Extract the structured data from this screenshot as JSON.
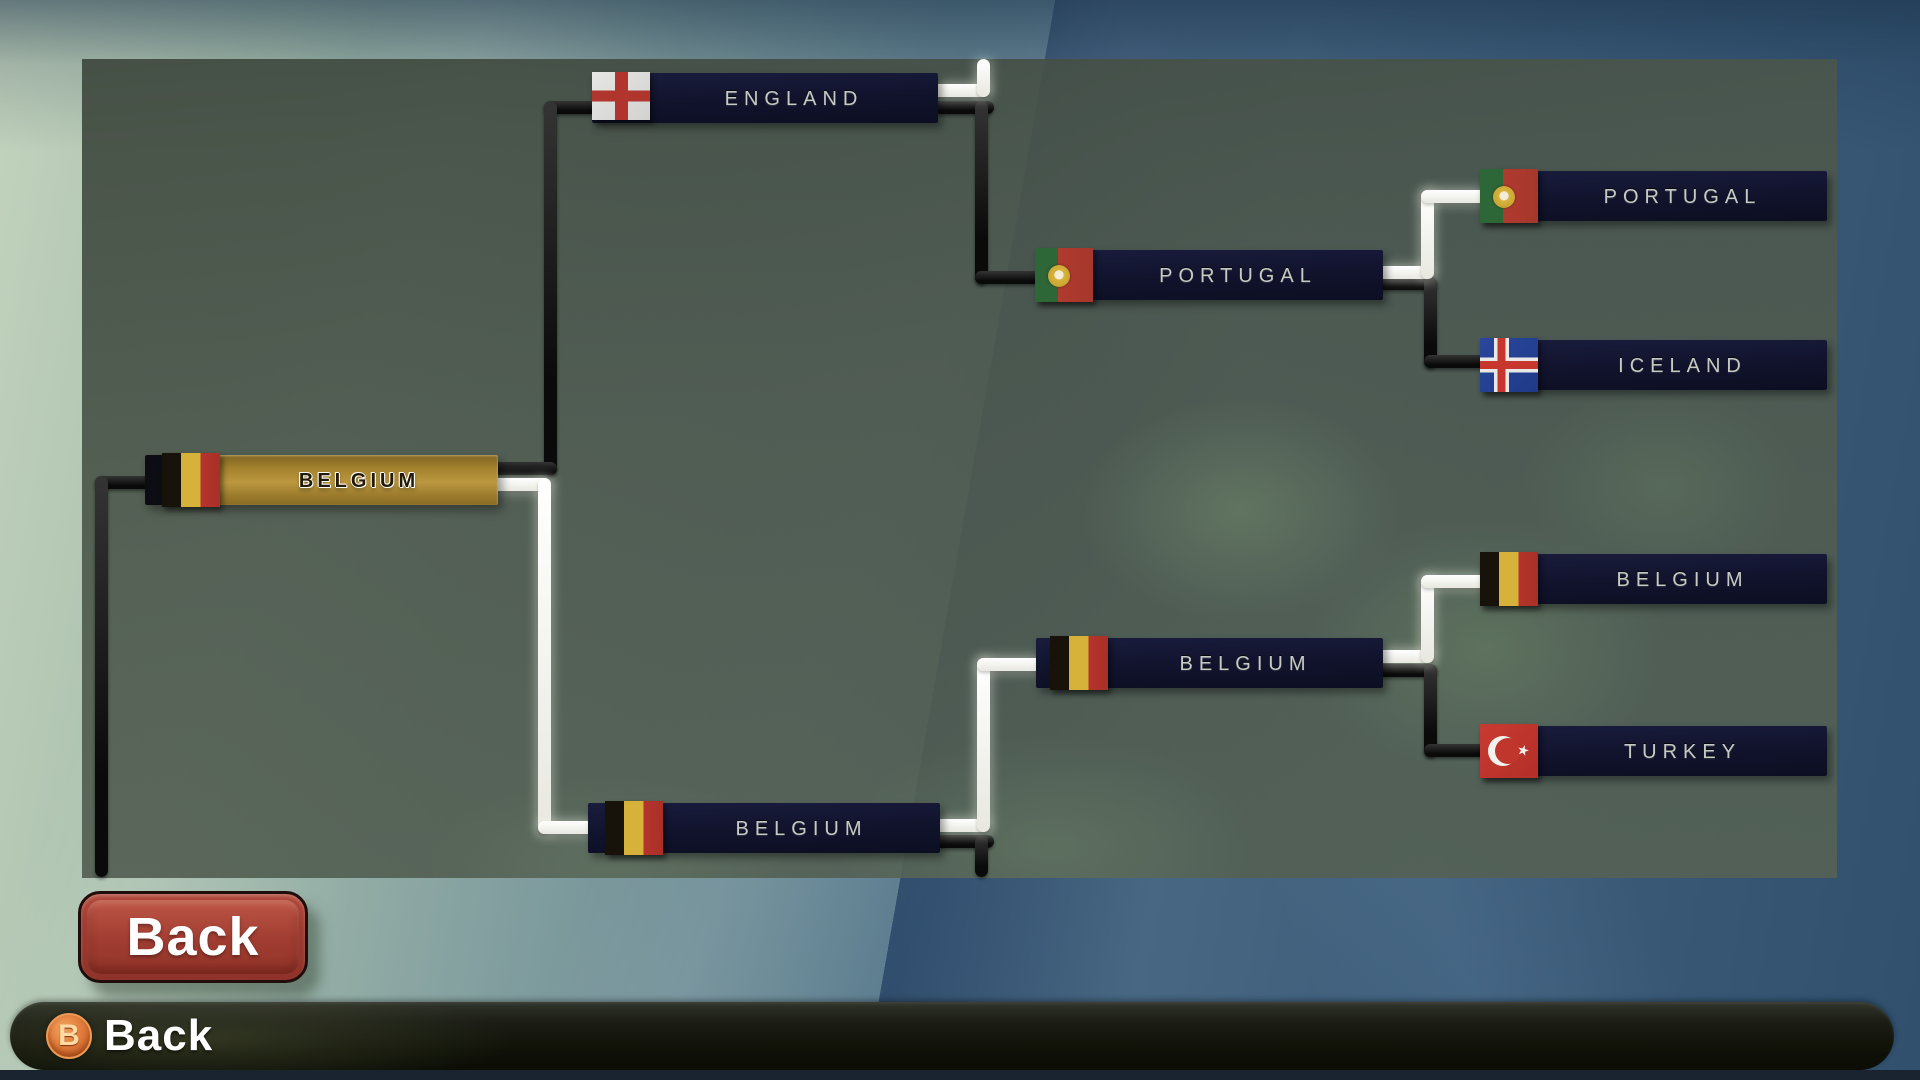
{
  "bracket": {
    "final_winner": "BELGIUM",
    "finalists": [
      "ENGLAND",
      "BELGIUM"
    ],
    "semifinalists": [
      "PORTUGAL",
      "BELGIUM"
    ],
    "quarterfinalists": [
      "PORTUGAL",
      "ICELAND",
      "BELGIUM",
      "TURKEY"
    ]
  },
  "flags": {
    "final_winner": "belgium-flag",
    "finalist_top": "england-flag",
    "finalist_bottom": "belgium-flag",
    "semifinalist_top": "portugal-flag",
    "semifinalist_bottom": "belgium-flag",
    "quarterfinalist_1": "portugal-flag",
    "quarterfinalist_2": "iceland-flag",
    "quarterfinalist_3": "belgium-flag",
    "quarterfinalist_4": "turkey-flag"
  },
  "back_button": {
    "label": "Back"
  },
  "bottom_bar": {
    "badge": "B",
    "label": "Back"
  },
  "colors": {
    "champion_gold": "#ab8830",
    "node_navy": "#121530",
    "winner_line": "#f2f2ec",
    "loser_line": "#121212",
    "back_button_red": "#a03a30",
    "badge_orange": "#e07b3a"
  }
}
